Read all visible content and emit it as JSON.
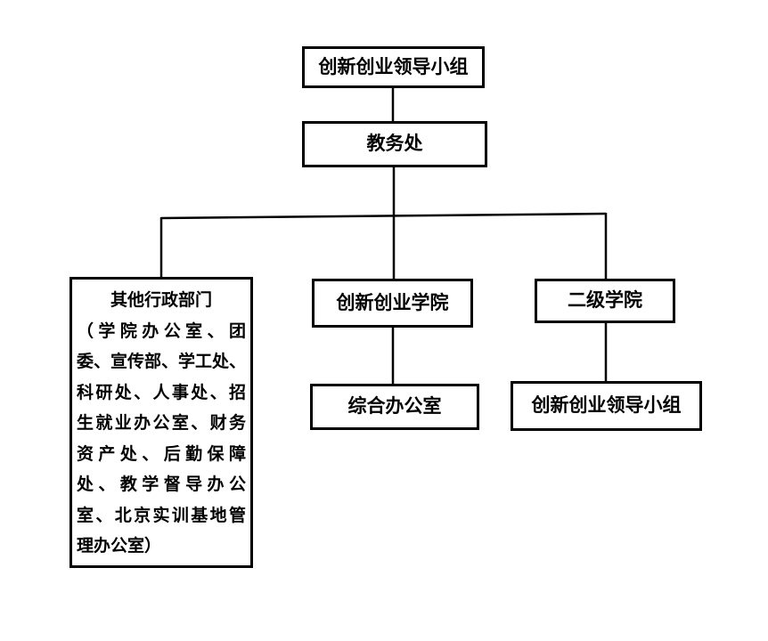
{
  "org_chart": {
    "background_color": "#ffffff",
    "line_color": "#000000",
    "text_color": "#000000",
    "nodes": {
      "leading_group_top": {
        "label": "创新创业领导小组"
      },
      "academic_affairs": {
        "label": "教务处"
      },
      "other_admin": {
        "lines": [
          "其他行政部门",
          "（学院办公室、团",
          "委、宣传部、学工处、",
          "科研处、人事处、招",
          "生就业办公室、财务",
          "资产处、后勤保障",
          "处、教学督导办公",
          "室、北京实训基地管",
          "理办公室）"
        ]
      },
      "innovation_college": {
        "label": "创新创业学院"
      },
      "general_office": {
        "label": "综合办公室"
      },
      "secondary_colleges": {
        "label": "二级学院"
      },
      "leading_group_secondary": {
        "label": "创新创业领导小组"
      }
    },
    "edges": [
      {
        "from": "leading_group_top",
        "to": "academic_affairs"
      },
      {
        "from": "academic_affairs",
        "to": "other_admin"
      },
      {
        "from": "academic_affairs",
        "to": "innovation_college"
      },
      {
        "from": "academic_affairs",
        "to": "secondary_colleges"
      },
      {
        "from": "innovation_college",
        "to": "general_office"
      },
      {
        "from": "secondary_colleges",
        "to": "leading_group_secondary"
      }
    ]
  }
}
